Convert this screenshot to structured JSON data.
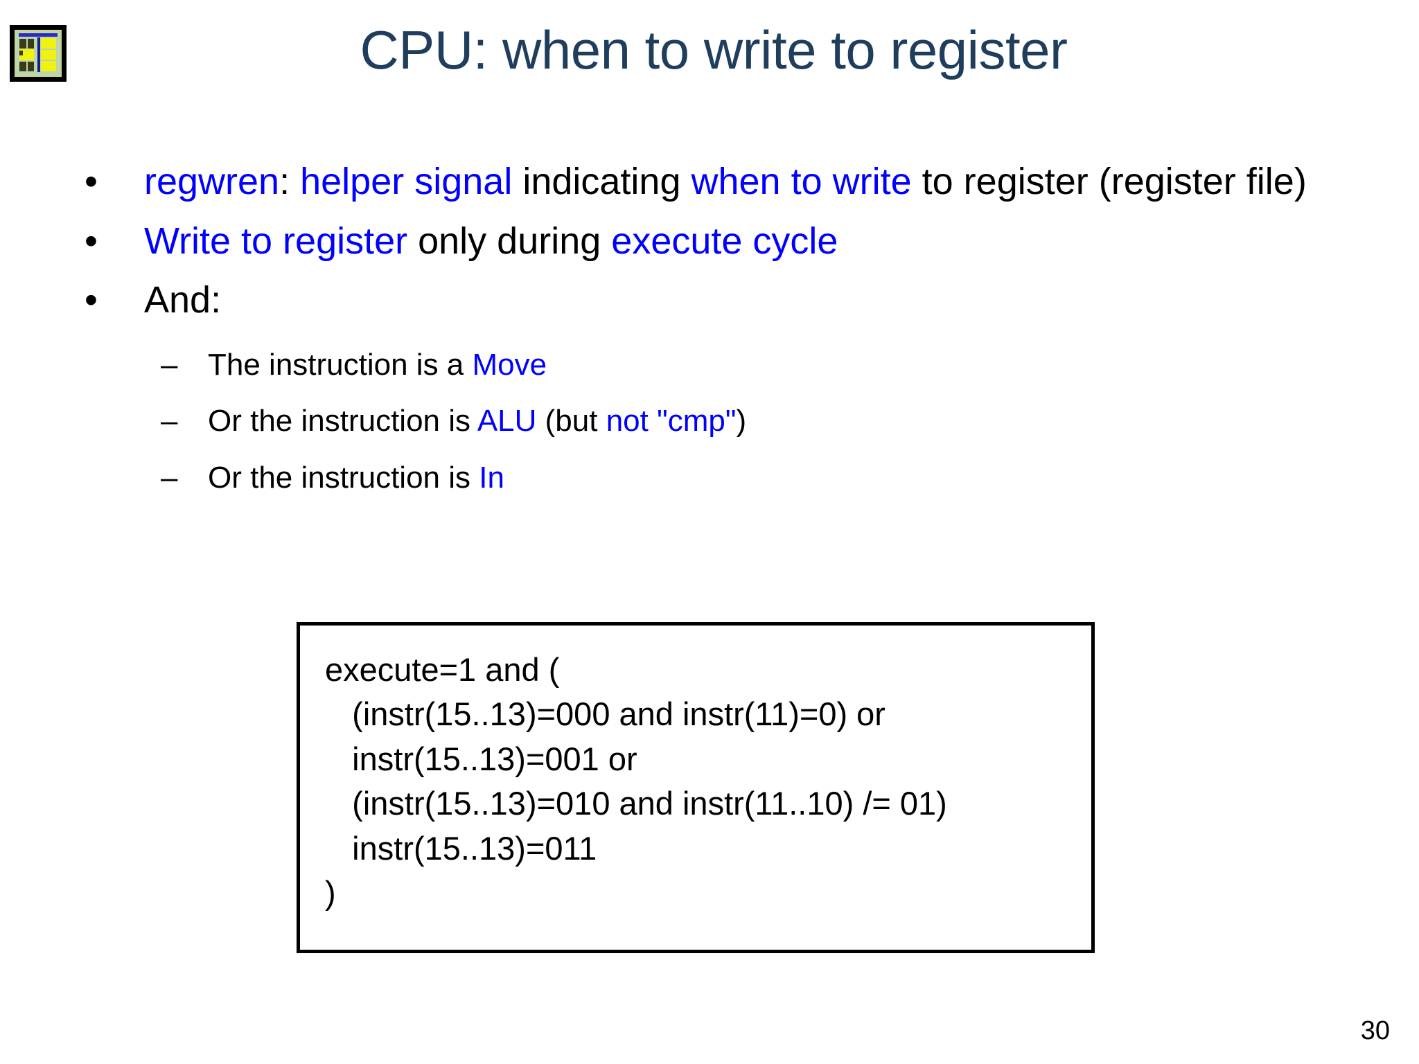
{
  "slide": {
    "title": "CPU: when to write to register",
    "page_number": "30",
    "title_color": "#1F3D5C",
    "highlight_color": "#0000FF",
    "text_color": "#000000",
    "background_color": "#FFFFFF",
    "logo_name": "cpu-die-photo"
  },
  "bullets": [
    {
      "marker": "•",
      "runs": [
        {
          "text": "regwren",
          "color": "blue"
        },
        {
          "text": ": ",
          "color": "black"
        },
        {
          "text": "helper signal",
          "color": "blue"
        },
        {
          "text": " indicating ",
          "color": "black"
        },
        {
          "text": "when to write",
          "color": "blue"
        },
        {
          "text": " to register (register file)",
          "color": "black"
        }
      ]
    },
    {
      "marker": "•",
      "runs": [
        {
          "text": "Write to register",
          "color": "blue"
        },
        {
          "text": " only during ",
          "color": "black"
        },
        {
          "text": "execute cycle",
          "color": "blue"
        }
      ]
    },
    {
      "marker": "•",
      "runs": [
        {
          "text": "And:",
          "color": "black"
        }
      ]
    }
  ],
  "sub_bullets": [
    {
      "marker": "–",
      "runs": [
        {
          "text": "The instruction is a ",
          "color": "black"
        },
        {
          "text": "Move",
          "color": "blue"
        }
      ]
    },
    {
      "marker": "–",
      "runs": [
        {
          "text": "Or the instruction is ",
          "color": "black"
        },
        {
          "text": "ALU",
          "color": "blue"
        },
        {
          "text": " (but ",
          "color": "black"
        },
        {
          "text": "not \"cmp\"",
          "color": "blue"
        },
        {
          "text": ")",
          "color": "black"
        }
      ]
    },
    {
      "marker": "–",
      "runs": [
        {
          "text": "Or the instruction is ",
          "color": "black"
        },
        {
          "text": "In",
          "color": "blue"
        }
      ]
    }
  ],
  "code_box": {
    "lines": [
      "execute=1 and (",
      "   (instr(15..13)=000 and instr(11)=0) or",
      "   instr(15..13)=001 or",
      "   (instr(15..13)=010 and instr(11..10) /= 01)",
      "   instr(15..13)=011",
      ")"
    ]
  }
}
